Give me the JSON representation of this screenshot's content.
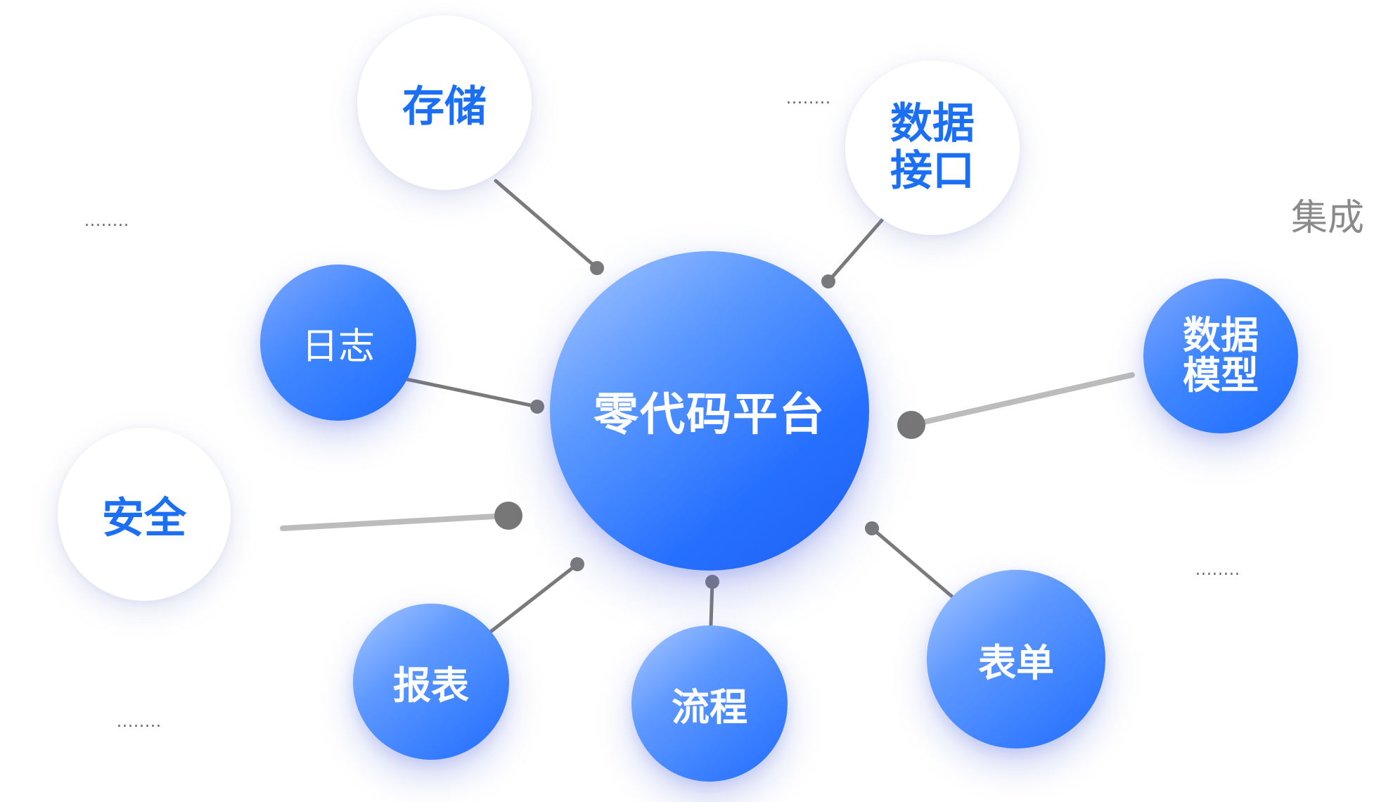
{
  "colors": {
    "primary_blue": "#1b6ff5",
    "connector_dark": "#7a7a7a",
    "connector_light": "#bcbcbc",
    "side_text": "#8a8a8a"
  },
  "center": {
    "label": "零代码平台"
  },
  "nodes": {
    "storage": {
      "label": "存储"
    },
    "data_interface": {
      "label": "数据\n接口"
    },
    "log": {
      "label": "日志"
    },
    "data_model": {
      "label": "数据\n模型"
    },
    "security": {
      "label": "安全"
    },
    "report": {
      "label": "报表"
    },
    "process": {
      "label": "流程"
    },
    "form": {
      "label": "表单"
    }
  },
  "annotations": {
    "integration": "集成",
    "ellipsis_top_center": "........",
    "ellipsis_left_top": "........",
    "ellipsis_right_bottom": "........",
    "ellipsis_left_bottom": "........"
  }
}
